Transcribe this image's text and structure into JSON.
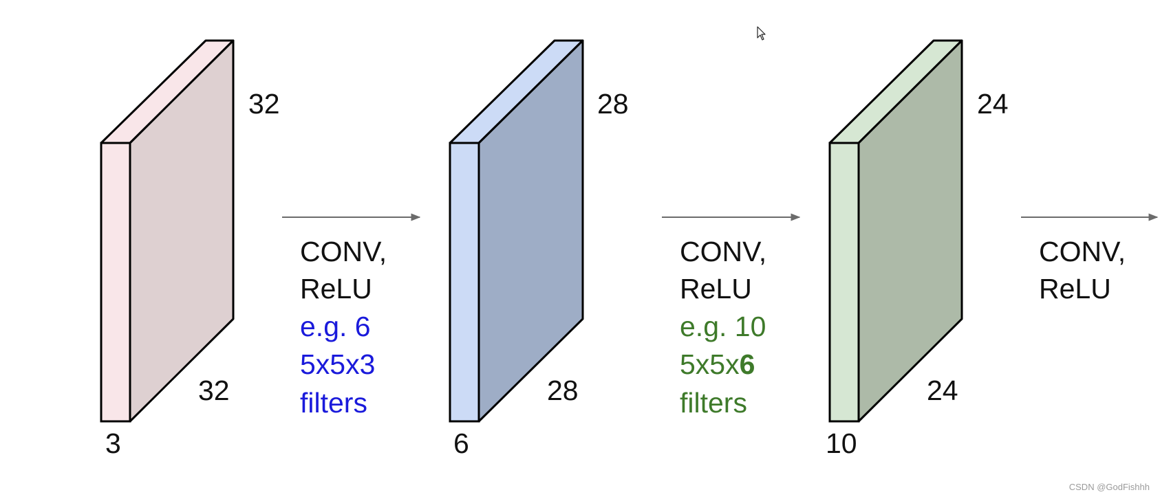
{
  "layers": [
    {
      "id": "input",
      "height_label": "32",
      "width_label": "32",
      "depth_label": "3",
      "colors": {
        "front": "#f9e6e9",
        "side": "#ded0d1",
        "top": "#f9e6e9"
      }
    },
    {
      "id": "conv1",
      "height_label": "28",
      "width_label": "28",
      "depth_label": "6",
      "colors": {
        "front": "#ccdbf6",
        "side": "#9eadc6",
        "top": "#ccdbf6"
      }
    },
    {
      "id": "conv2",
      "height_label": "24",
      "width_label": "24",
      "depth_label": "10",
      "colors": {
        "front": "#d6e7d3",
        "side": "#adbaa8",
        "top": "#d6e7d3"
      }
    }
  ],
  "operations": [
    {
      "line1": "CONV,",
      "line2": "ReLU",
      "detail_color": "#1a1adb",
      "detail_line1": "e.g. 6",
      "detail_line2_prefix": "5x5x3",
      "detail_line2_bold": "",
      "detail_line3": "filters"
    },
    {
      "line1": "CONV,",
      "line2": "ReLU",
      "detail_color": "#3e7a2a",
      "detail_line1": "e.g. 10",
      "detail_line2_prefix": "5x5x",
      "detail_line2_bold": "6",
      "detail_line3": "filters"
    },
    {
      "line1": "CONV,",
      "line2": "ReLU"
    }
  ],
  "colors": {
    "outline": "#000000",
    "arrow": "#6b6b6b",
    "text": "#111111"
  },
  "icons": {
    "cursor": "mouse-pointer-icon"
  },
  "watermark": "CSDN @GodFishhh"
}
